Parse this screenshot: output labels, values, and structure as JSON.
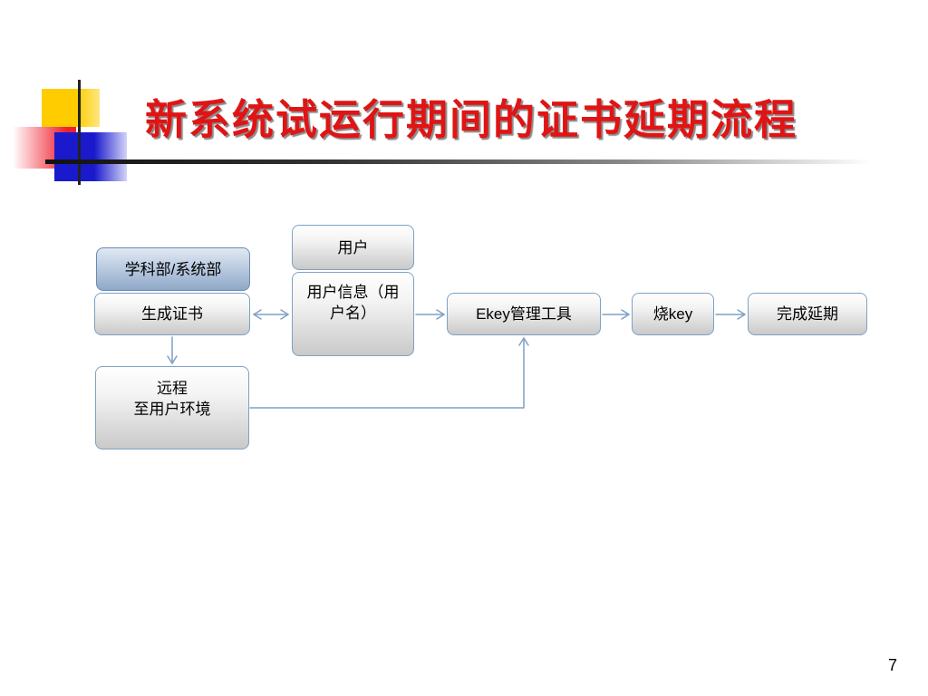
{
  "slide": {
    "title": "新系统试运行期间的证书延期流程",
    "page_number": "7"
  },
  "colors": {
    "title": "#e01414",
    "box_border": "#7ea1c3",
    "connector": "#7ea1c3"
  },
  "diagram": {
    "nodes": {
      "department": "学科部/系统部",
      "generate_cert": "生成证书",
      "user": "用户",
      "user_info": "用户信息（用户名）",
      "ekey_tool": "Ekey管理工具",
      "burn_key": "烧key",
      "complete": "完成延期",
      "remote": "远程\n至用户环境"
    },
    "edges": [
      {
        "from": "generate_cert",
        "to": "user_info",
        "style": "bidirectional"
      },
      {
        "from": "user_info",
        "to": "ekey_tool",
        "style": "arrow"
      },
      {
        "from": "ekey_tool",
        "to": "burn_key",
        "style": "arrow"
      },
      {
        "from": "burn_key",
        "to": "complete",
        "style": "arrow"
      },
      {
        "from": "generate_cert",
        "to": "remote",
        "style": "arrow"
      },
      {
        "from": "remote",
        "to": "ekey_tool",
        "style": "arrow"
      }
    ]
  }
}
